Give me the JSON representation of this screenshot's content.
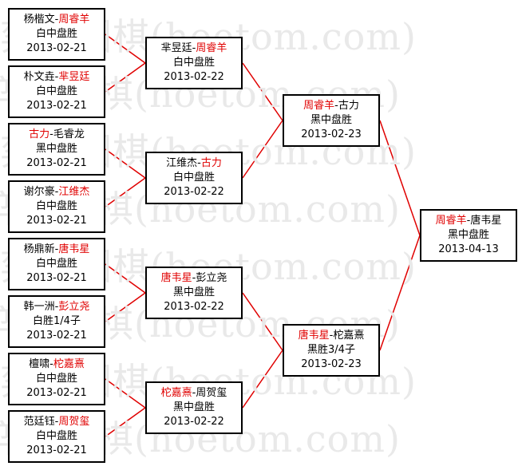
{
  "watermark": {
    "text": "弈城围棋(hoetom.com)"
  },
  "colors": {
    "winner": "#e00000",
    "line": "#e00000",
    "border": "#000000"
  },
  "rounds": [
    {
      "name": "round-1",
      "matches": [
        {
          "p1": "杨楷文",
          "p2": "周睿羊",
          "winner": 2,
          "result": "白中盘胜",
          "date": "2013-02-21"
        },
        {
          "p1": "朴文垚",
          "p2": "芈昱廷",
          "winner": 2,
          "result": "白中盘胜",
          "date": "2013-02-21"
        },
        {
          "p1": "古力",
          "p2": "毛睿龙",
          "winner": 1,
          "result": "黑中盘胜",
          "date": "2013-02-21"
        },
        {
          "p1": "谢尔豪",
          "p2": "江维杰",
          "winner": 2,
          "result": "白中盘胜",
          "date": "2013-02-21"
        },
        {
          "p1": "杨鼎新",
          "p2": "唐韦星",
          "winner": 2,
          "result": "白中盘胜",
          "date": "2013-02-21"
        },
        {
          "p1": "韩一洲",
          "p2": "彭立尧",
          "winner": 2,
          "result": "白胜1/4子",
          "date": "2013-02-21"
        },
        {
          "p1": "檀啸",
          "p2": "柁嘉熹",
          "winner": 2,
          "result": "白中盘胜",
          "date": "2013-02-21"
        },
        {
          "p1": "范廷钰",
          "p2": "周贺玺",
          "winner": 2,
          "result": "白中盘胜",
          "date": "2013-02-21"
        }
      ]
    },
    {
      "name": "round-2",
      "matches": [
        {
          "p1": "芈昱廷",
          "p2": "周睿羊",
          "winner": 2,
          "result": "白中盘胜",
          "date": "2013-02-22"
        },
        {
          "p1": "江维杰",
          "p2": "古力",
          "winner": 2,
          "result": "白中盘胜",
          "date": "2013-02-22"
        },
        {
          "p1": "唐韦星",
          "p2": "彭立尧",
          "winner": 1,
          "result": "黑中盘胜",
          "date": "2013-02-22"
        },
        {
          "p1": "柁嘉熹",
          "p2": "周贺玺",
          "winner": 1,
          "result": "黑中盘胜",
          "date": "2013-02-22"
        }
      ]
    },
    {
      "name": "round-3",
      "matches": [
        {
          "p1": "周睿羊",
          "p2": "古力",
          "winner": 1,
          "result": "黑中盘胜",
          "date": "2013-02-23"
        },
        {
          "p1": "唐韦星",
          "p2": "柁嘉熹",
          "winner": 1,
          "result": "黑胜3/4子",
          "date": "2013-02-23"
        }
      ]
    },
    {
      "name": "final",
      "matches": [
        {
          "p1": "周睿羊",
          "p2": "唐韦星",
          "winner": 1,
          "result": "黑中盘胜",
          "date": "2013-04-13"
        }
      ]
    }
  ]
}
